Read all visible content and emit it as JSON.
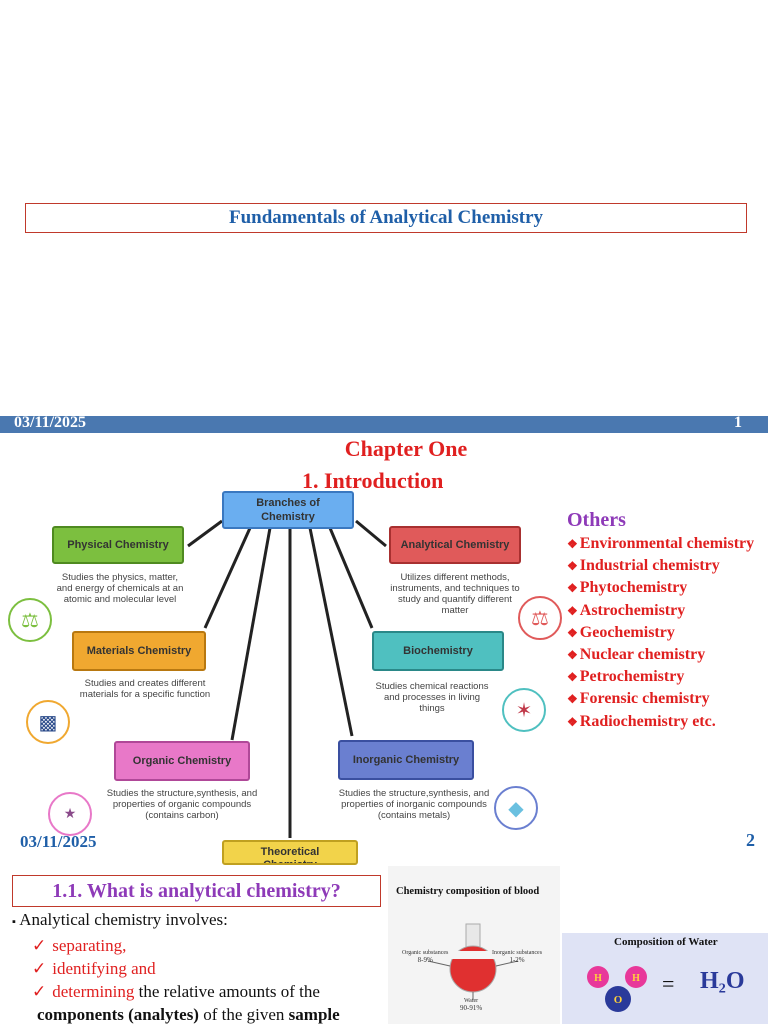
{
  "slide1": {
    "title": "Fundamentals of Analytical Chemistry",
    "footer_date": "03/11/2025",
    "footer_page": "1"
  },
  "slide2": {
    "heading1": "Chapter One",
    "heading2": "1. Introduction",
    "diagram": {
      "center": "Branches of Chemistry",
      "branches": [
        {
          "label": "Physical Chemistry",
          "desc": "Studies the physics, matter, and energy of chemicals at an atomic and molecular level",
          "color": "#7cbf3f"
        },
        {
          "label": "Analytical Chemistry",
          "desc": "Utilizes different methods, instruments, and techniques to study and quantify different matter",
          "color": "#e05a5a"
        },
        {
          "label": "Materials Chemistry",
          "desc": "Studies and creates different materials for a specific function",
          "color": "#f0a830"
        },
        {
          "label": "Biochemistry",
          "desc": "Studies chemical reactions and processes in living things",
          "color": "#4fc0c0"
        },
        {
          "label": "Organic Chemistry",
          "desc": "Studies the structure,synthesis, and properties of organic compounds (contains carbon)",
          "color": "#e878c8"
        },
        {
          "label": "Inorganic Chemistry",
          "desc": "Studies the structure,synthesis, and properties of inorganic compounds (contains metals)",
          "color": "#6a7fd0"
        },
        {
          "label": "Theoretical Chemistry",
          "color": "#f2d34a"
        }
      ]
    },
    "others_title": "Others",
    "others": [
      "Environmental chemistry",
      "Industrial chemistry",
      "Phytochemistry",
      "Astrochemistry",
      "Geochemistry",
      "Nuclear chemistry",
      "Petrochemistry",
      "Forensic chemistry",
      "Radiochemistry etc."
    ],
    "footer_date": "03/11/2025",
    "footer_page": "2"
  },
  "slide3": {
    "title": "1.1. What is analytical chemistry?",
    "bullet": "Analytical chemistry involves:",
    "checks": [
      "separating,",
      "identifying and",
      "determining"
    ],
    "tail": "the relative amounts of the",
    "line5_bold1": "components (analytes)",
    "line5_mid": "of the given",
    "line5_bold2": "sample",
    "blood": {
      "title": "Chemistry composition of blood",
      "organic": "Organic substances",
      "organic_pct": "8-9%",
      "inorganic": "Inorganic substances",
      "inorganic_pct": "1-2%",
      "water": "Water",
      "water_pct": "90-91%"
    },
    "water": {
      "title": "Composition of Water",
      "formula": "H₂O",
      "eq": "="
    }
  }
}
